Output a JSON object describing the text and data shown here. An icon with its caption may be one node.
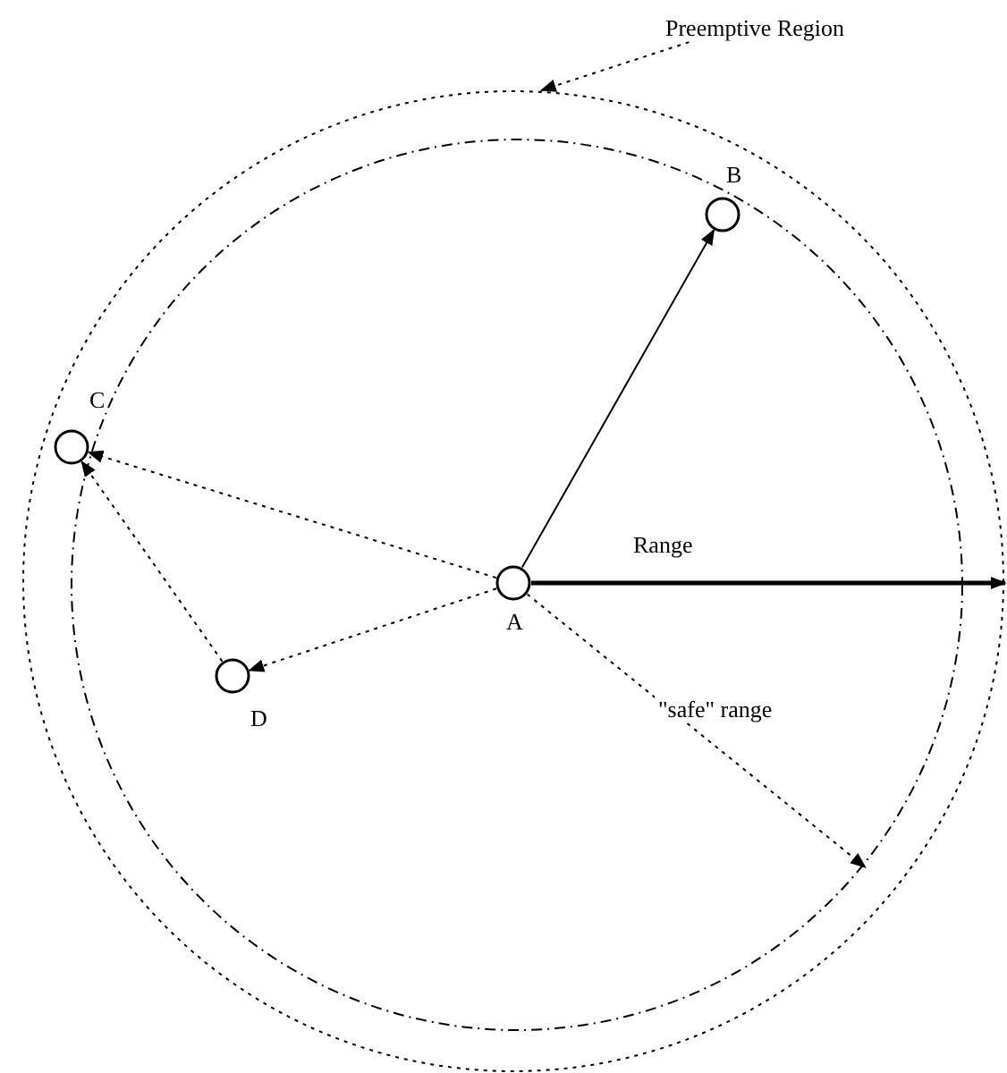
{
  "diagram": {
    "nodes": [
      {
        "text": [
          "Preemptive Region"
        ]
      },
      {
        "text": [],
        "shape": "circle"
      },
      {
        "text": [],
        "shape": "circle",
        "in": 1
      },
      {
        "text": [
          "B"
        ],
        "in": 2
      },
      {
        "text": [
          "C"
        ],
        "in": 1
      },
      {
        "text": [
          "A"
        ],
        "in": 2
      },
      {
        "text": [
          "D"
        ],
        "in": 2
      }
    ],
    "edges": [
      {
        "from": 0,
        "to": 1,
        "arrow": "to",
        "style": "dashed"
      },
      {
        "from": 5,
        "to": 3,
        "arrow": "to"
      },
      {
        "from": 5,
        "to": 4,
        "arrow": "to",
        "style": "dashed"
      },
      {
        "from": 5,
        "to": 6,
        "arrow": "to",
        "style": "dashed"
      },
      {
        "from": 6,
        "to": 4,
        "arrow": "to",
        "style": "dashed"
      },
      {
        "from": 5,
        "to": 1,
        "arrow": "to",
        "label": "Range",
        "style": "thick"
      },
      {
        "from": 5,
        "to": 2,
        "arrow": "to",
        "label": "\"safe\" range",
        "style": "dashed"
      }
    ]
  }
}
